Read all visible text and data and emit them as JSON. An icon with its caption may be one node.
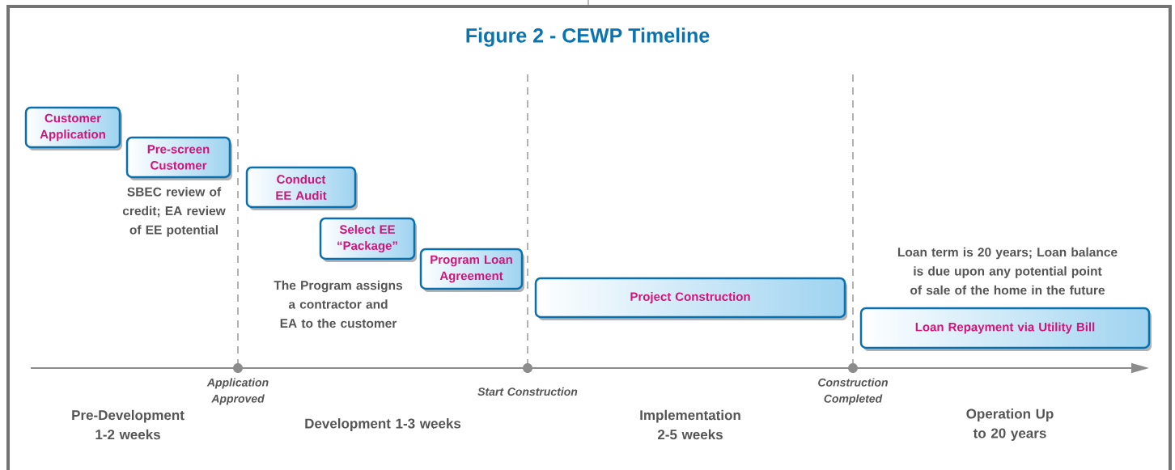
{
  "diagram": {
    "title": "Figure 2 - CEWP Timeline",
    "nodes": [
      {
        "text": [
          "Customer Application"
        ]
      },
      {
        "text": [
          "Pre-screen Customer"
        ],
        "beside": [
          "SBEC review of credit; EA review of EE potential"
        ]
      },
      {
        "text": [
          "Conduct EE Audit"
        ]
      },
      {
        "text": [
          "Select EE “Package”"
        ],
        "beside": [
          "The Program assigns a contractor and EA to the customer"
        ]
      },
      {
        "text": [
          "Program Loan Agreement"
        ]
      },
      {
        "text": [
          "Project Construction"
        ]
      },
      {
        "text": [
          "Loan Repayment via Utility Bill"
        ],
        "beside": [
          "Loan term is 20 years; Loan balance is due upon any potential point of sale of the home in the future"
        ]
      }
    ],
    "edges": [],
    "labels": [
      "Application Approved",
      "Start Construction",
      "Construction Completed",
      "Pre-Development 1-2 weeks",
      "Development 1-3 weeks",
      "Implementation 2-5 weeks",
      "Operation Up to 20 years"
    ]
  }
}
